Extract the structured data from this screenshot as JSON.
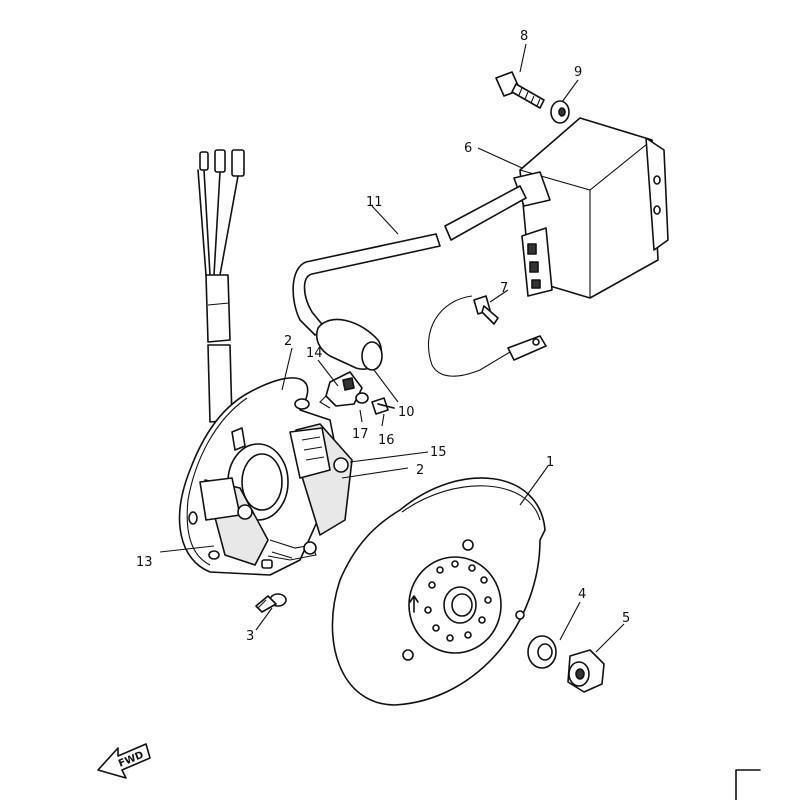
{
  "callouts": {
    "p1": "1",
    "p2a": "2",
    "p2b": "2",
    "p3": "3",
    "p4": "4",
    "p5": "5",
    "p6": "6",
    "p7": "7",
    "p8": "8",
    "p9": "9",
    "p10": "10",
    "p11": "11",
    "p13": "13",
    "p14": "14",
    "p15": "15",
    "p16": "16",
    "p17": "17"
  },
  "fwd_label": "FWD"
}
